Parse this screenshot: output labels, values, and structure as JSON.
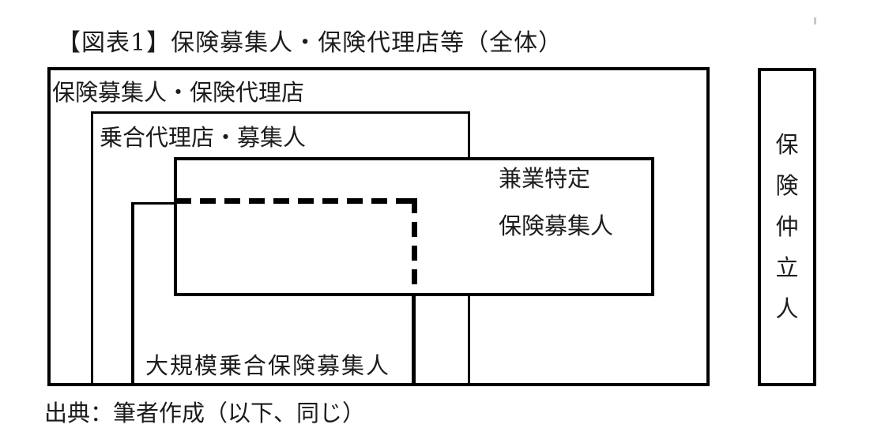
{
  "figure": {
    "title": "【図表1】保険募集人・保険代理店等（全体）",
    "caption": "出典：筆者作成（以下、同じ）"
  },
  "boxes": {
    "outer": {
      "label": "保険募集人・保険代理店"
    },
    "multi_agency": {
      "label": "乗合代理店・募集人"
    },
    "part_time_specified": {
      "label_line1": "兼業特定",
      "label_line2": "保険募集人"
    },
    "large_scale": {
      "label": "大規模乗合保険募集人"
    },
    "broker": {
      "label": "保険仲立人",
      "chars": [
        "保",
        "険",
        "仲",
        "立",
        "人"
      ]
    }
  },
  "colors": {
    "line": "#000000",
    "text": "#1c1c1c",
    "background": "#ffffff"
  }
}
